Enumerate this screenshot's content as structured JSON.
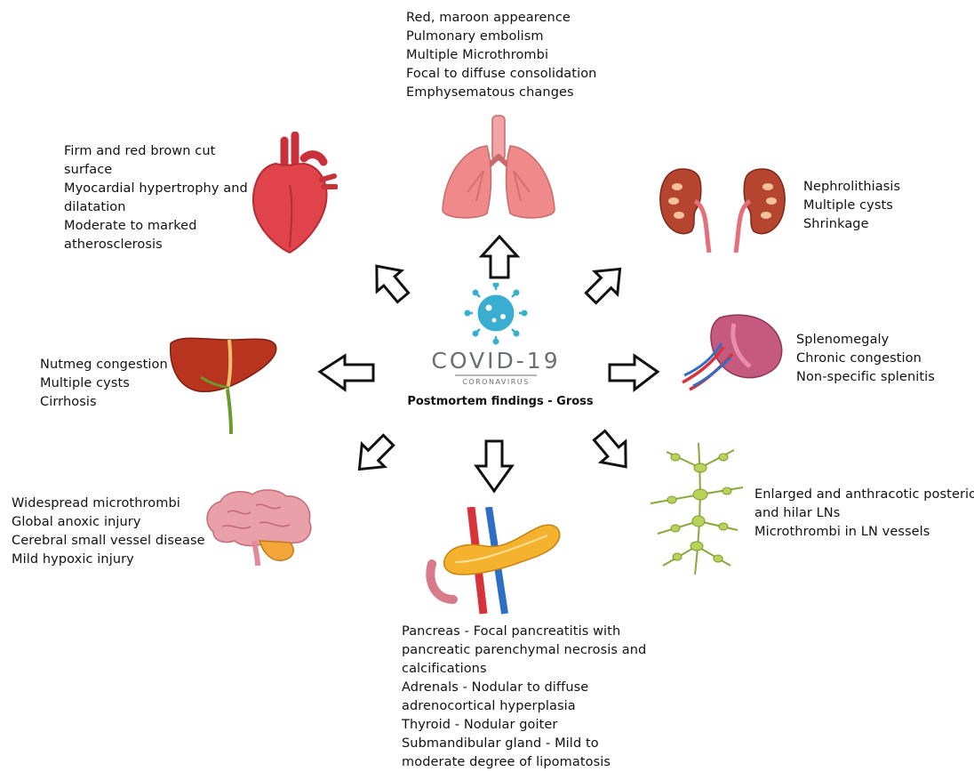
{
  "center": {
    "logo_title": "COVID-19",
    "logo_subtitle": "CORONAVIRUS",
    "caption": "Postmortem findings - Gross"
  },
  "lungs": {
    "lines": [
      "Red, maroon appearence",
      "Pulmonary embolism",
      "Multiple Microthrombi",
      "Focal to diffuse consolidation",
      "Emphysematous changes"
    ]
  },
  "heart": {
    "lines": [
      "Firm and red brown cut",
      "surface",
      "Myocardial hypertrophy and",
      "dilatation",
      "Moderate to marked",
      "atherosclerosis"
    ]
  },
  "kidneys": {
    "lines": [
      "Nephrolithiasis",
      "Multiple cysts",
      "Shrinkage"
    ]
  },
  "liver": {
    "lines": [
      "Nutmeg congestion",
      "Multiple cysts",
      "Cirrhosis"
    ]
  },
  "spleen": {
    "lines": [
      "Splenomegaly",
      "Chronic congestion",
      "Non-specific splenitis"
    ]
  },
  "brain": {
    "lines": [
      "Widespread microthrombi",
      "Global anoxic injury",
      "Cerebral small vessel disease",
      "Mild hypoxic injury"
    ]
  },
  "lymph_nodes": {
    "lines": [
      "Enlarged and anthracotic posterior",
      "and hilar LNs",
      "Microthrombi in LN vessels"
    ]
  },
  "pancreas": {
    "lines": [
      "Pancreas - Focal pancreatitis with",
      "pancreatic parenchymal necrosis and",
      "calcifications",
      "Adrenals - Nodular to diffuse",
      "adrenocortical hyperplasia",
      "Thyroid - Nodular goiter",
      "Submandibular gland - Mild to",
      "moderate degree of lipomatosis"
    ]
  },
  "colors": {
    "arrow_stroke": "#111111",
    "heart": "#e0444a",
    "lungs": "#f08a8a",
    "kidney": "#b5452f",
    "liver": "#b8341f",
    "spleen": "#c65a7e",
    "brain": "#e9a0a9",
    "pancreas": "#f5b22e",
    "lymph": "#a9c54a",
    "virus": "#3aaed0"
  }
}
